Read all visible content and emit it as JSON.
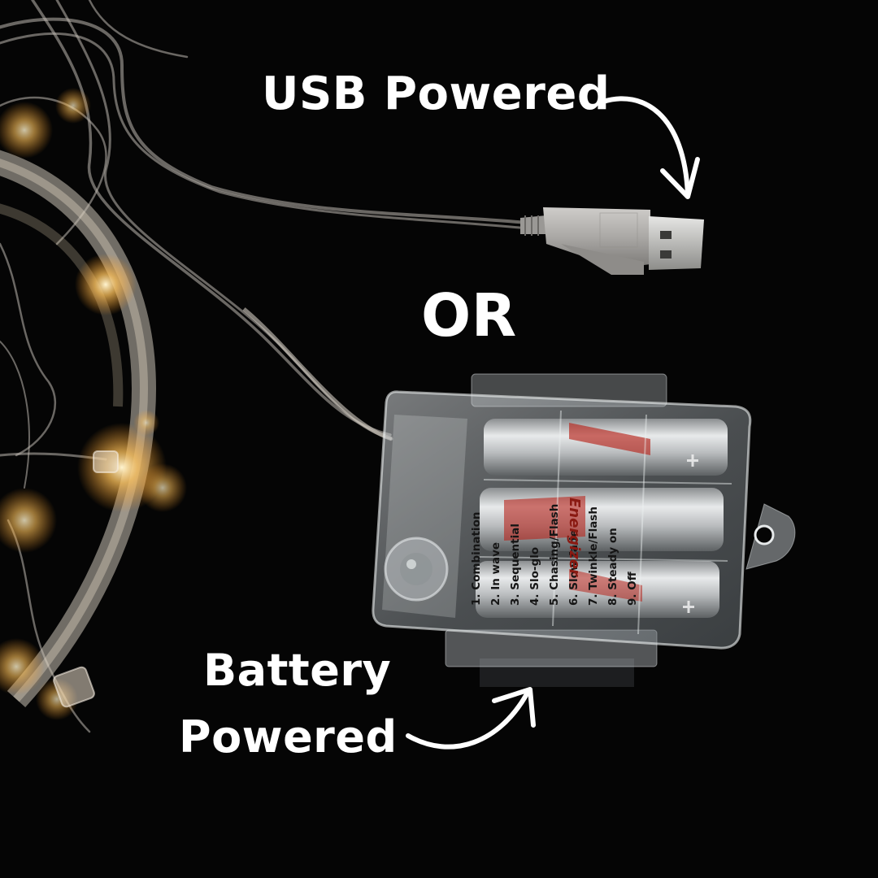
{
  "labels": {
    "usb": "USB Powered",
    "or": "OR",
    "battery_line1": "Battery",
    "battery_line2": "Powered"
  },
  "box_modes": [
    "1. Combination",
    "2. In wave",
    "3. Sequential",
    "4. Slo-glo",
    "5. Chasing/Flash",
    "6. Slow fade",
    "7. Twinkle/Flash",
    "8. Steady on",
    "9. Off"
  ],
  "battery_brand": "Energizer",
  "colors": {
    "background": "#050505",
    "caption": "#ffffff",
    "warm_light": "#ffcf7a",
    "wire": "#c9c4bc"
  }
}
